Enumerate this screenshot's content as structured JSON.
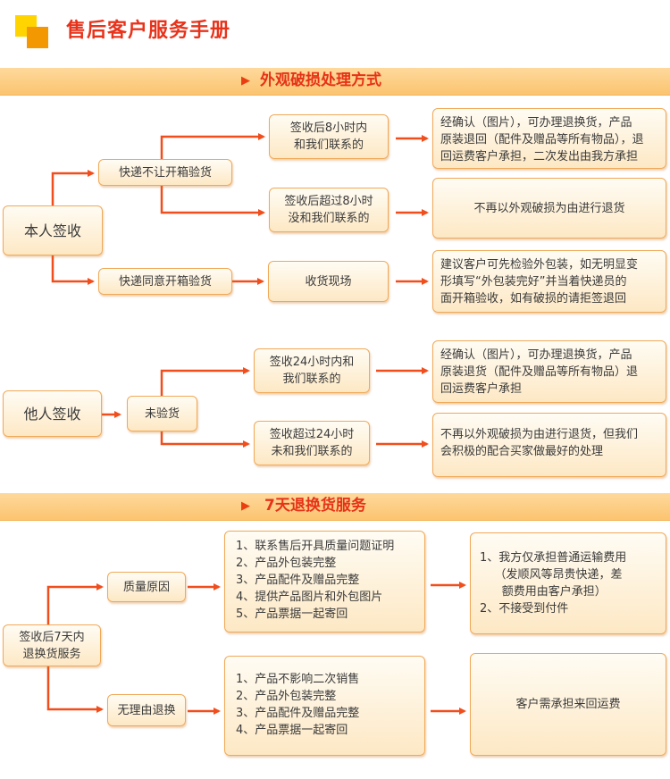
{
  "header": {
    "title": "售后客户服务手册",
    "accent_color": "#e8331b",
    "brand_yellow": "#ffd400",
    "brand_orange": "#f39800"
  },
  "section1": {
    "banner": "外观破损处理方式",
    "self_sign": {
      "root": "本人签收",
      "no_open": {
        "label": "快递不让开箱验货",
        "within8": {
          "label": "签收后8小时内\n和我们联系的",
          "result": "经确认（图片），可办理退换货，产品\n原装退回（配件及赠品等所有物品），退\n回运费客户承担，二次发出由我方承担"
        },
        "over8": {
          "label": "签收后超过8小时\n没和我们联系的",
          "result": "不再以外观破损为由进行退货"
        }
      },
      "open_ok": {
        "label": "快递同意开箱验货",
        "step": "收货现场",
        "result": "建议客户可先检验外包装，如无明显变\n形填写“外包装完好”并当着快递员的\n面开箱验收，如有破损的请拒签退回"
      }
    },
    "other_sign": {
      "root": "他人签收",
      "unchecked": "未验货",
      "within24": {
        "label": "签收24小时内和\n我们联系的",
        "result": "经确认（图片），可办理退换货，产品\n原装退货（配件及赠品等所有物品）退\n回运费客户承担"
      },
      "over24": {
        "label": "签收超过24小时\n未和我们联系的",
        "result": "不再以外观破损为由进行退货，但我们\n会积极的配合买家做最好的处理"
      }
    }
  },
  "section2": {
    "banner": "7天退换货服务",
    "root": "签收后7天内\n退换货服务",
    "quality": {
      "label": "质量原因",
      "conditions": "1、联系售后开具质量问题证明\n2、产品外包装完整\n3、产品配件及赠品完整\n4、提供产品图片和外包图片\n5、产品票据一起寄回",
      "result": "1、我方仅承担普通运输费用\n    （发顺风等昂贵快递，差\n      额费用由客户承担）\n2、不接受到付件"
    },
    "no_reason": {
      "label": "无理由退换",
      "conditions": "1、产品不影响二次销售\n2、产品外包装完整\n3、产品配件及赠品完整\n4、产品票据一起寄回",
      "result": "客户需承担来回运费"
    }
  },
  "style": {
    "connector_color": "#f04e1c",
    "box_border": "#f0a958",
    "banner_color": "#fbc46f"
  }
}
